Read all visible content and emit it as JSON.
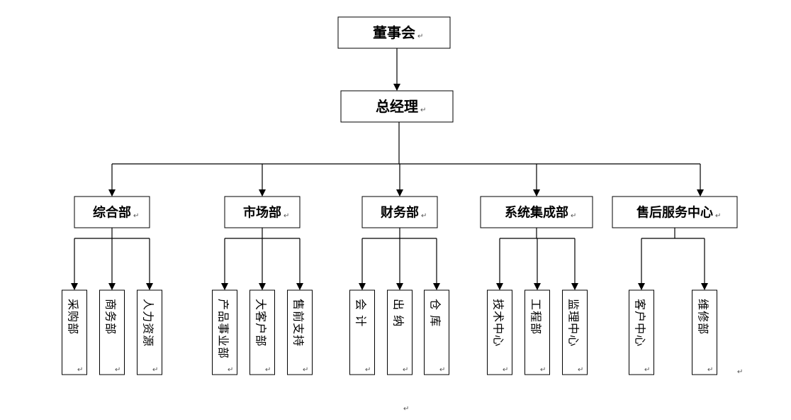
{
  "diagram": {
    "root": "董事会",
    "manager": "总经理",
    "departments": [
      {
        "name": "综合部",
        "children": [
          "采购部",
          "商务部",
          "人力资源"
        ]
      },
      {
        "name": "市场部",
        "children": [
          "产品事业部",
          "大客户部",
          "售前支持"
        ]
      },
      {
        "name": "财务部",
        "children": [
          "会 计",
          "出 纳",
          "仓 库"
        ]
      },
      {
        "name": "系统集成部",
        "children": [
          "技术中心",
          "工程部",
          "监理中心"
        ]
      },
      {
        "name": "售后服务中心",
        "children": [
          "客户中心",
          "维修部"
        ]
      }
    ],
    "colors": {
      "line": "#000000",
      "box_fill": "#ffffff",
      "mark": "#555555"
    }
  }
}
